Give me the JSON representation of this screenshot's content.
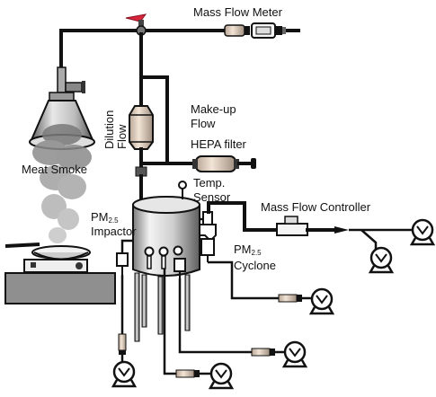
{
  "labels": {
    "mass_flow_meter": "Mass Flow Meter",
    "meat_smoke": "Meat Smoke",
    "dilution_flow_line1": "Dilution",
    "dilution_flow_line2": "Flow",
    "makeup_flow_line1": "Make-up",
    "makeup_flow_line2": "Flow",
    "hepa_filter": "HEPA filter",
    "temp_sensor_line1": "Temp.",
    "temp_sensor_line2": "Sensor",
    "mass_flow_controller": "Mass Flow Controller",
    "pm_impactor_prefix": "PM",
    "pm_impactor_sub": "2.5",
    "pm_impactor_word": "Impactor",
    "pm_cyclone_prefix": "PM",
    "pm_cyclone_sub": "2.5",
    "pm_cyclone_word": "Cyclone"
  },
  "colors": {
    "line": "#111111",
    "vessel_light": "#f2f2f2",
    "vessel_dark": "#8c8c8c",
    "filter_tan": "#e8d6c6",
    "valve_red": "#d9253a",
    "smoke_gray": "#9a9a9a",
    "platform_gray": "#8f8f8f"
  },
  "icons": {
    "pump": "pump-icon",
    "valve": "valve-handle-icon",
    "hood": "exhaust-hood-icon",
    "stove": "hot-plate-icon"
  }
}
